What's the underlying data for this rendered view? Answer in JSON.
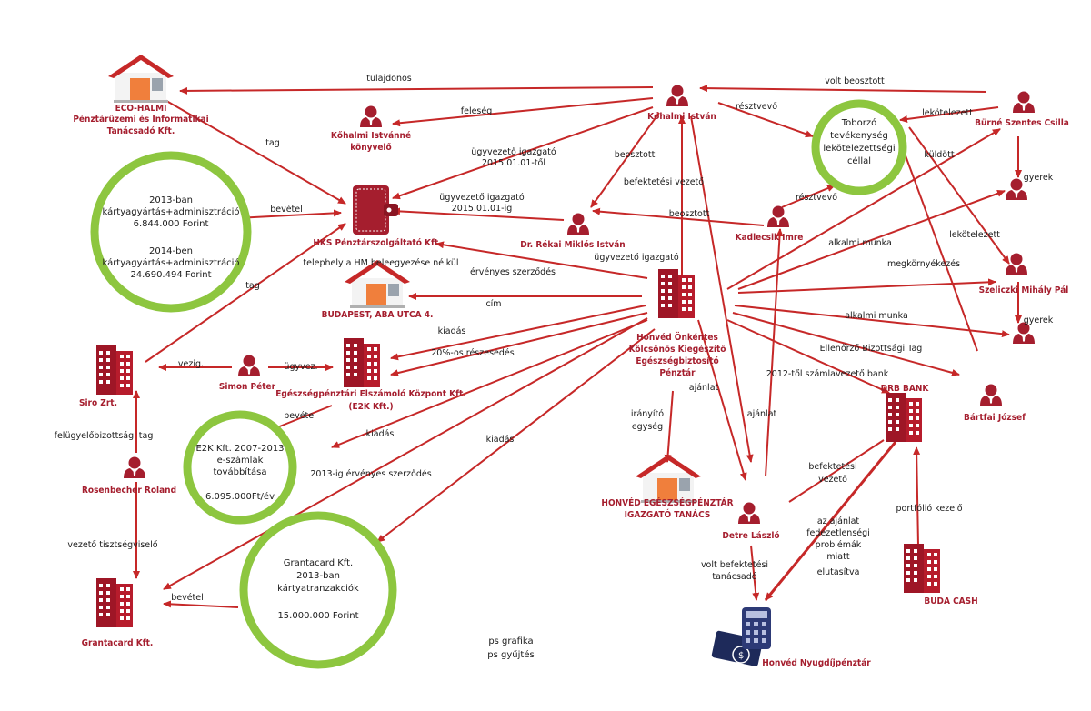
{
  "colors": {
    "arrow": "#c62828",
    "node_label": "#a51e2e",
    "circle_ring": "#8dc63f",
    "building": "#b71c2c",
    "house_roof": "#c62828",
    "house_wall": "#f07f3c"
  },
  "nodes": {
    "eco_halmi": "ECO-HALMI",
    "eco_halmi_sub1": "Pénztárüzemi és Informatikai",
    "eco_halmi_sub2": "Tanácsadó Kft.",
    "kohalmi_istvanne_1": "Kőhalmi Istvánné",
    "kohalmi_istvanne_2": "könyvelő",
    "kohalmi_istvan": "Kőhalmi István",
    "hks": "HKS Pénztárszolgáltató Kft.",
    "rekai": "Dr. Rékai Miklós István",
    "kadlecsik": "Kadlecsik Imre",
    "toborzo_1": "Toborzó",
    "toborzo_2": "tevékenység",
    "toborzo_3": "lekötelezettségi",
    "toborzo_4": "céllal",
    "burne": "Bürné Szentes Csilla",
    "szeliczki": "Szeliczki Mihály Pál",
    "bartfai": "Bártfai József",
    "budapest_aba": "BUDAPEST, ABA UTCA 4.",
    "honved_1": "Honvéd Önkéntes",
    "honved_2": "Kölcsönös Kiegészítő",
    "honved_3": "Egészségbiztosító",
    "honved_4": "Pénztár",
    "siro": "Siro Zrt.",
    "simon": "Simon Péter",
    "e2k_1": "Egészségpénztári Elszámoló Központ Kft.",
    "e2k_2": "(E2K Kft.)",
    "rosenbecher": "Rosenbecher Roland",
    "grantacard": "Grantacard Kft.",
    "honved_tanacs_1": "HONVÉD EGÉSZSÉGPÉNZTÁR",
    "honved_tanacs_2": "IGAZGATÓ TANÁCS",
    "detre": "Detre László",
    "drb": "DRB BANK",
    "buda_cash": "BUDA CASH",
    "nyugdij": "Honvéd Nyugdíjpénztár"
  },
  "circles": {
    "hks_revenue_1": "2013-ban",
    "hks_revenue_2": "kártyagyártás+adminisztráció",
    "hks_revenue_3": "6.844.000 Forint",
    "hks_revenue_4": "2014-ben",
    "hks_revenue_5": "kártyagyártás+adminisztráció",
    "hks_revenue_6": "24.690.494 Forint",
    "e2k_1": "E2K Kft. 2007-2013",
    "e2k_2": "e-számlák",
    "e2k_3": "továbbítása",
    "e2k_4": "6.095.000Ft/év",
    "granta_1": "Grantacard Kft.",
    "granta_2": "2013-ban",
    "granta_3": "kártyatranzakciók",
    "granta_4": "15.000.000 Forint"
  },
  "edges": {
    "tulajdonos": "tulajdonos",
    "volt_beosztott": "volt beosztott",
    "feleseg": "feleség",
    "resztvevo_1": "résztvevő",
    "lekotelezett_1": "lekötelezett",
    "tag_1": "tag",
    "ugyvezeto_1": "ügyvezető igazgató",
    "ugyvezeto_1b": "2015.01.01-től",
    "beosztott_1": "beosztott",
    "kuldott": "küldött",
    "bevetel_1": "bevétel",
    "ugyvezeto_2": "ügyvezető igazgató",
    "ugyvezeto_2b": "2015.01.01-ig",
    "befektetesi_vezeto": "befektetési vezető",
    "resztvevo_2": "résztvevő",
    "gyerek_1": "gyerek",
    "beosztott_2": "beosztott",
    "ugyvezeto_3": "ügyvezető igazgató",
    "alkalmi_1": "alkalmi munka",
    "lekotelezett_2": "lekötelezett",
    "telephely": "telephely a HM beleegyezése nélkül",
    "ervenyes": "érvényes szerződés",
    "megkornyekezes": "megkörnyékezés",
    "tag_2": "tag",
    "cim": "cím",
    "gyerek_2": "gyerek",
    "kiadas_1": "kiadás",
    "alkalmi_2": "alkalmi munka",
    "reszesedes": "20%-os részesedés",
    "ellenorzo": "Ellenőrző Bizottsági Tag",
    "vezig": "vezig.",
    "ugyvez": "ügyvez.",
    "szamlavezeto": "2012-től számlavezető bank",
    "bevetel_2": "bevétel",
    "kiadas_2": "kiadás",
    "kiadas_3": "kiadás",
    "ajanlat_1": "ajánlat",
    "ajanlat_2": "ajánlat",
    "iranyito_1": "irányító",
    "iranyito_2": "egység",
    "felugyelo": "felügyelőbizottsági tag",
    "szerzodes_2013": "2013-ig érvényes szerződés",
    "befektetesi_1": "befektetési",
    "befektetesi_2": "vezető",
    "vezeto_tisztsegviselo": "vezető tisztségviselő",
    "portfolio": "portfólió kezelő",
    "fedezet_1": "az ajánlat",
    "fedezet_2": "fedezetlenségi",
    "fedezet_3": "problémák",
    "fedezet_4": "miatt",
    "fedezet_5": "elutasítva",
    "volt_bef_1": "volt befektetési",
    "volt_bef_2": "tanácsadó",
    "bevetel_3": "bevétel"
  },
  "notes": {
    "ps_1": "ps grafika",
    "ps_2": "ps gyűjtés"
  }
}
